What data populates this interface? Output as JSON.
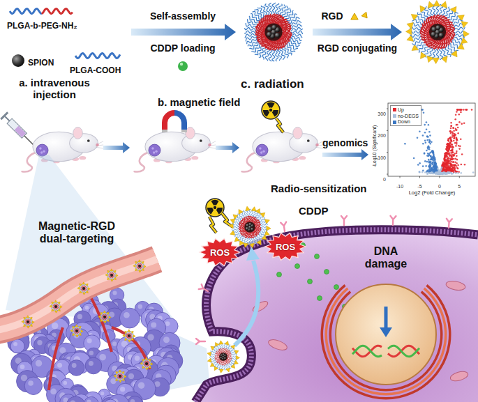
{
  "diagram": {
    "nodes": [
      {
        "text": [
          "CDDP"
        ]
      },
      {
        "text": [
          "ROS"
        ],
        "in": 0
      },
      {
        "text": [
          "ROS"
        ],
        "in": 0
      },
      {
        "text": [
          "DNA damage"
        ],
        "in": 0
      }
    ],
    "labels": [
      "PLGA-b-PEG-NH₂",
      "SPION",
      "PLGA-COOH",
      "Self-assembly",
      "CDDP loading",
      "RGD",
      "RGD conjugating",
      "a. intravenous injection",
      "b. magnetic field",
      "c. radiation",
      "genomics",
      "300",
      "200",
      "100",
      "0",
      "-10",
      "-5",
      "0",
      "5",
      "-Log10 (Significant)",
      "Log2 (Fold Change)",
      "Radio-sensitization",
      "Magnetic-RGD dual-targeting"
    ],
    "legend": [
      {
        "text": "Up",
        "color": "#e3262d"
      },
      {
        "text": "no-DEGS",
        "color": "#a9bfdc"
      },
      {
        "text": "Down",
        "color": "#3c78c3"
      }
    ]
  }
}
